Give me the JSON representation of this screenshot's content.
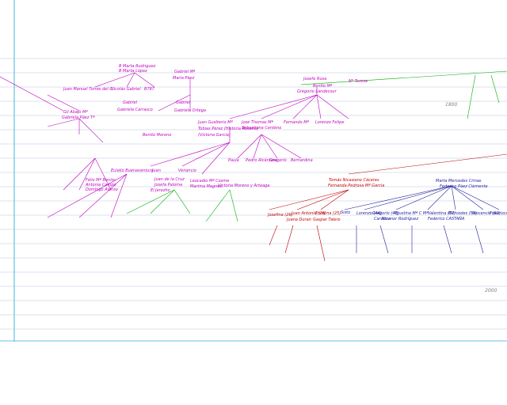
{
  "colors": {
    "magenta": "#c000c0",
    "green": "#00b000",
    "red": "#c00000",
    "blue": "#2020a0",
    "grid": "#b8c4dc",
    "year": "#808080",
    "frame": "#66c0e0"
  },
  "years": [
    "1800",
    "2000"
  ],
  "labels": [
    {
      "text": "B Marta Rodriguez",
      "color": "magenta"
    },
    {
      "text": "B Marta López",
      "color": "magenta"
    },
    {
      "text": "Gabriel Mª",
      "color": "magenta"
    },
    {
      "text": "María Páez",
      "color": "magenta"
    },
    {
      "text": "Juan Manuel Torres del C.",
      "color": "magenta"
    },
    {
      "text": "Nicolás Gabriel",
      "color": "magenta"
    },
    {
      "text": "B787",
      "color": "magenta"
    },
    {
      "text": "Josefa",
      "color": "magenta"
    },
    {
      "text": "Rosa",
      "color": "magenta"
    },
    {
      "text": "Nº Teresa",
      "color": "magenta"
    },
    {
      "text": "Benito Mª",
      "color": "magenta"
    },
    {
      "text": "Gregorio Landecour",
      "color": "magenta"
    },
    {
      "text": "Gil Abajo Mª",
      "color": "magenta"
    },
    {
      "text": "Gabriela Páez Tª",
      "color": "magenta"
    },
    {
      "text": "Gabriel",
      "color": "magenta"
    },
    {
      "text": "Gabriela Carrasco",
      "color": "magenta"
    },
    {
      "text": "Gabriel",
      "color": "magenta"
    },
    {
      "text": "Gabriela Ortega",
      "color": "magenta"
    },
    {
      "text": "Juan Gualterio Mª",
      "color": "magenta"
    },
    {
      "text": "Tobias Pérez (Historia Rosario)",
      "color": "magenta"
    },
    {
      "text": "(Victoria Garcia)",
      "color": "magenta"
    },
    {
      "text": "José Thomas Mª",
      "color": "magenta"
    },
    {
      "text": "Sebastiana Centeno",
      "color": "magenta"
    },
    {
      "text": "Fernando Mª",
      "color": "magenta"
    },
    {
      "text": "Lorenzo Felipe",
      "color": "magenta"
    },
    {
      "text": "Benito Moreno",
      "color": "magenta"
    },
    {
      "text": "Paula",
      "color": "magenta"
    },
    {
      "text": "Pedro Alcántara",
      "color": "magenta"
    },
    {
      "text": "Gregorio",
      "color": "magenta"
    },
    {
      "text": "Bernardina",
      "color": "magenta"
    },
    {
      "text": "Eulalio Buenaventura",
      "color": "magenta"
    },
    {
      "text": "Juan",
      "color": "magenta"
    },
    {
      "text": "Venancio",
      "color": "magenta"
    },
    {
      "text": "Félix Mª Benito",
      "color": "magenta"
    },
    {
      "text": "Antonia Campo",
      "color": "magenta"
    },
    {
      "text": "Domingo Alonso",
      "color": "magenta"
    },
    {
      "text": "Juan de la Cruz",
      "color": "magenta"
    },
    {
      "text": "Josefa Paloma",
      "color": "magenta"
    },
    {
      "text": "El Jerezho",
      "color": "magenta"
    },
    {
      "text": "Leocadio Mª Cosme",
      "color": "magenta"
    },
    {
      "text": "Martina Magnes",
      "color": "magenta"
    },
    {
      "text": "Victoria Moreno y Arteaga",
      "color": "magenta"
    },
    {
      "text": "1800",
      "color": "year"
    },
    {
      "text": "Tomás Nicasiano Cáceres",
      "color": "red"
    },
    {
      "text": "Fernanda Pedrosa Mª Garcia",
      "color": "red"
    },
    {
      "text": "Marta Mercedes Cirnas",
      "color": "blue"
    },
    {
      "text": "Federico Páez Clemente",
      "color": "blue"
    },
    {
      "text": "Josefina (26)",
      "color": "red"
    },
    {
      "text": "Juan Antonio (26)",
      "color": "red"
    },
    {
      "text": "Juana Duran",
      "color": "red"
    },
    {
      "text": "Encarna (25)",
      "color": "red"
    },
    {
      "text": "Gaspar Talero",
      "color": "red"
    },
    {
      "text": "Sisto",
      "color": "blue"
    },
    {
      "text": "Lorenzo (44)",
      "color": "blue"
    },
    {
      "text": "Gregorio (47)",
      "color": "blue"
    },
    {
      "text": "Agustina Mª C Mª",
      "color": "blue"
    },
    {
      "text": "Cardona",
      "color": "blue"
    },
    {
      "text": "Nicanor Rodríguez",
      "color": "blue"
    },
    {
      "text": "Valentina (57)",
      "color": "blue"
    },
    {
      "text": "Federico CASTAÑA",
      "color": "blue"
    },
    {
      "text": "Mercedes (59)",
      "color": "blue"
    },
    {
      "text": "Inocencio (62)",
      "color": "blue"
    },
    {
      "text": "Francisco (61)",
      "color": "blue"
    },
    {
      "text": "2000",
      "color": "year"
    }
  ]
}
